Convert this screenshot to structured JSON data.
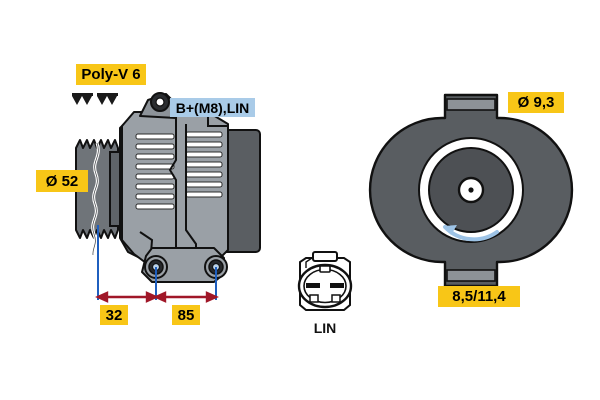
{
  "diagram": {
    "title": "Alternator technical drawing",
    "background_color": "#ffffff",
    "label_yellow": "#f8c617",
    "label_blue": "#a9cbe8",
    "dimension_line_color": "#a01728",
    "extension_line_color": "#1f5fbf",
    "rotation_arrow_color": "#9dc3e6"
  },
  "labels": {
    "poly_v": "Poly-V 6",
    "pulley_diameter": "Ø 52",
    "terminal": "B+(M8),LIN",
    "dim_left": "32",
    "dim_right": "85",
    "connector_name": "LIN",
    "bore_diameter": "Ø 9,3",
    "mount_thickness": "8,5/11,4"
  },
  "views": {
    "side_view": {
      "name": "alternator-side-view",
      "components": [
        "poly-v-pulley",
        "stator-housing-with-cooling-fins",
        "rear-cover",
        "b-plus-terminal-post",
        "mounting-ear-front",
        "mounting-ear-rear"
      ]
    },
    "connector_view": {
      "name": "lin-connector-detail",
      "pin_count": 2
    },
    "end_view": {
      "name": "alternator-mounting-end-view",
      "components": [
        "upper-mounting-tab",
        "lower-mounting-tab",
        "housing-ring",
        "rotor-disc",
        "center-hub",
        "rotation-direction-arrow"
      ]
    }
  }
}
